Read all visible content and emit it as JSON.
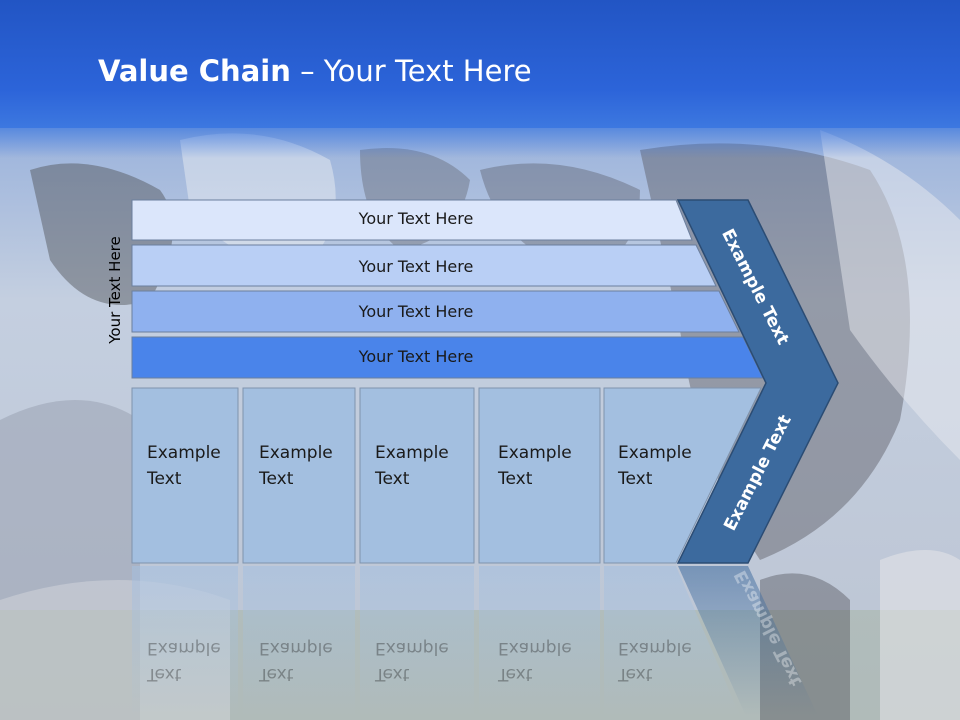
{
  "slide": {
    "title_bold": "Value Chain",
    "title_rest": " – Your Text Here",
    "side_label": "Your Text Here"
  },
  "bars": [
    "Your Text Here",
    "Your Text Here",
    "Your Text Here",
    "Your Text Here"
  ],
  "cells": [
    {
      "line1": "Example",
      "line2": "Text"
    },
    {
      "line1": "Example",
      "line2": "Text"
    },
    {
      "line1": "Example",
      "line2": "Text"
    },
    {
      "line1": "Example",
      "line2": "Text"
    },
    {
      "line1": "Example",
      "line2": "Text"
    }
  ],
  "chevron": {
    "upper": "Example Text",
    "lower": "Example Text"
  },
  "colors": {
    "bar1": "#dbe6fb",
    "bar2": "#b9cff5",
    "bar3": "#8fb1ef",
    "bar4": "#4a84ea",
    "cell": "#a3bfe0",
    "chevron": "#3c6a9e",
    "header": "#2a5fd3"
  }
}
